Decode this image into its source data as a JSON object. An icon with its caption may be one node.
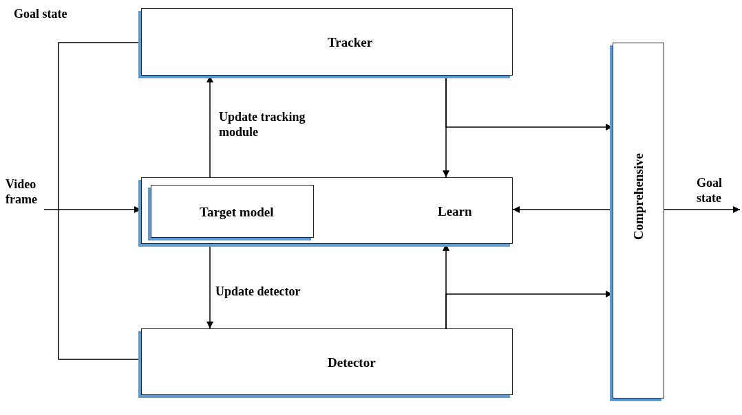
{
  "diagram": {
    "nodes": [
      {
        "text": [
          "Tracker"
        ]
      },
      {
        "text": [
          "Learn"
        ]
      },
      {
        "text": [
          "Target model"
        ],
        "in": 1
      },
      {
        "text": [
          "Detector"
        ]
      },
      {
        "text": [
          "Comprehensive"
        ]
      },
      {
        "text": [
          "Video frame"
        ]
      }
    ],
    "edges": [
      {
        "from": 0,
        "to": 3,
        "arrow": "none"
      },
      {
        "from": 5,
        "to": 1,
        "arrow": "to"
      },
      {
        "from": 1,
        "to": 0,
        "arrow": "to",
        "label": "Update tracking module"
      },
      {
        "from": 1,
        "to": 3,
        "arrow": "to",
        "label": "Update detector"
      },
      {
        "from": 0,
        "to": 1,
        "arrow": "to"
      },
      {
        "from": 0,
        "to": 4,
        "arrow": "to"
      },
      {
        "from": 3,
        "to": 1,
        "arrow": "to"
      },
      {
        "from": 3,
        "to": 4,
        "arrow": "to"
      },
      {
        "from": 4,
        "to": 1,
        "arrow": "to"
      },
      {
        "from": 4,
        "to": null,
        "arrow": "to"
      }
    ],
    "labels": [
      "Goal state",
      "Goal state"
    ]
  }
}
